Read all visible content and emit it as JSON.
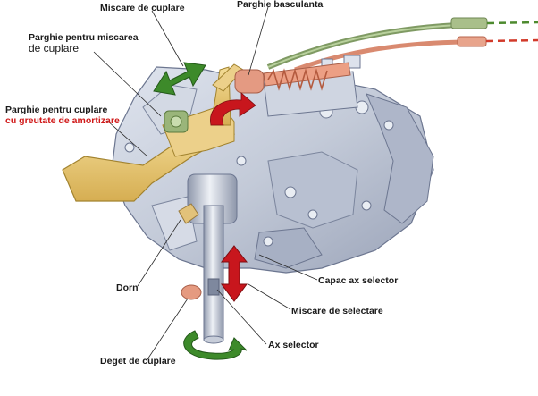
{
  "labels": {
    "miscare_cuplare": "Miscare de cuplare",
    "parghie_basculanta": "Parghie basculanta",
    "parghie_miscarea_l1": "Parghie pentru miscarea",
    "parghie_miscarea_l2": "de cuplare",
    "parghie_cuplare_l1": "Parghie pentru cuplare",
    "parghie_cuplare_l2": "cu greutate de amortizare",
    "dorn": "Dorn",
    "capac_ax_selector": "Capac ax selector",
    "miscare_selectare": "Miscare de selectare",
    "ax_selector": "Ax selector",
    "deget_cuplare": "Deget de cuplare"
  },
  "colors": {
    "housing": "#c3cad8",
    "housing_dark": "#8c96ad",
    "lever_yellow": "#e8c770",
    "arrow_green": "#3d8a2a",
    "arrow_red": "#c8161d",
    "cable_green": "#8aa86a",
    "cable_red": "#d98a70",
    "label_red": "#d01818"
  },
  "icons": {
    "shift_motion": "double-arrow-diagonal",
    "rocker_motion": "curved-arrow",
    "select_motion": "double-arrow-vertical",
    "rotation": "rotate-arrow"
  }
}
